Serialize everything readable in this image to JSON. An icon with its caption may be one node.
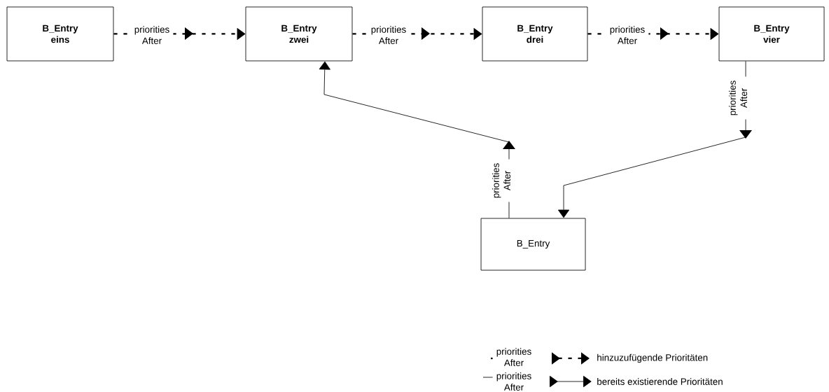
{
  "diagram": {
    "nodes": [
      {
        "text": [
          "B_Entry eins"
        ]
      },
      {
        "text": [
          "B_Entry zwei"
        ]
      },
      {
        "text": [
          "B_Entry drei"
        ]
      },
      {
        "text": [
          "B_Entry vier"
        ]
      },
      {
        "text": [
          "B_Entry"
        ]
      }
    ],
    "edges": [
      {
        "from": 0,
        "to": 1,
        "arrow": "to",
        "label": "priorities After",
        "style": "dashed"
      },
      {
        "from": 1,
        "to": 2,
        "arrow": "to",
        "label": "priorities After",
        "style": "dashed"
      },
      {
        "from": 2,
        "to": 3,
        "arrow": "to",
        "label": "priorities After",
        "style": "dashed"
      },
      {
        "from": 3,
        "to": 4,
        "arrow": "to",
        "label": "priorities After"
      },
      {
        "from": 4,
        "to": 1,
        "arrow": "to",
        "label": "priorities After"
      }
    ],
    "labels": [
      "priorities After",
      "priorities After"
    ],
    "legend": [
      {
        "text": "hinzuzufügende Prioritäten"
      },
      {
        "text": "bereits existierende Prioritäten"
      }
    ]
  }
}
